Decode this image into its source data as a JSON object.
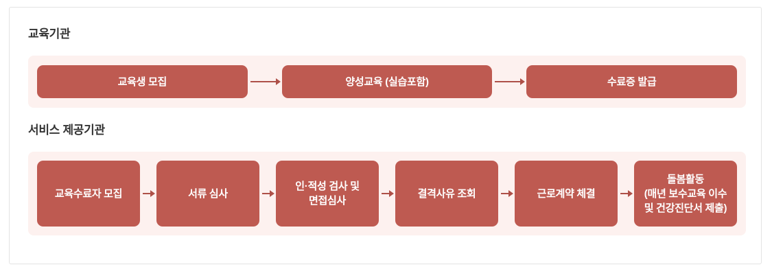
{
  "colors": {
    "step_box_bg": "#be5a51",
    "step_box_text": "#ffffff",
    "panel_bg": "#fdf1ef",
    "arrow": "#ae5048",
    "card_border": "#e3e3e3",
    "section_title_text": "#333333"
  },
  "diagram": {
    "sections": [
      {
        "title": "교육기관",
        "steps": [
          {
            "label": "교육생 모집"
          },
          {
            "label": "양성교육 (실습포함)"
          },
          {
            "label": "수료증 발급"
          }
        ]
      },
      {
        "title": "서비스 제공기관",
        "steps": [
          {
            "label": "교육수료자 모집"
          },
          {
            "label": "서류 심사"
          },
          {
            "label": "인·적성 검사 및\n면접심사"
          },
          {
            "label": "결격사유 조회"
          },
          {
            "label": "근로계약 체결"
          },
          {
            "label": "돌봄활동\n(매년 보수교육 이수\n및 건강진단서 제출)"
          }
        ]
      }
    ]
  }
}
